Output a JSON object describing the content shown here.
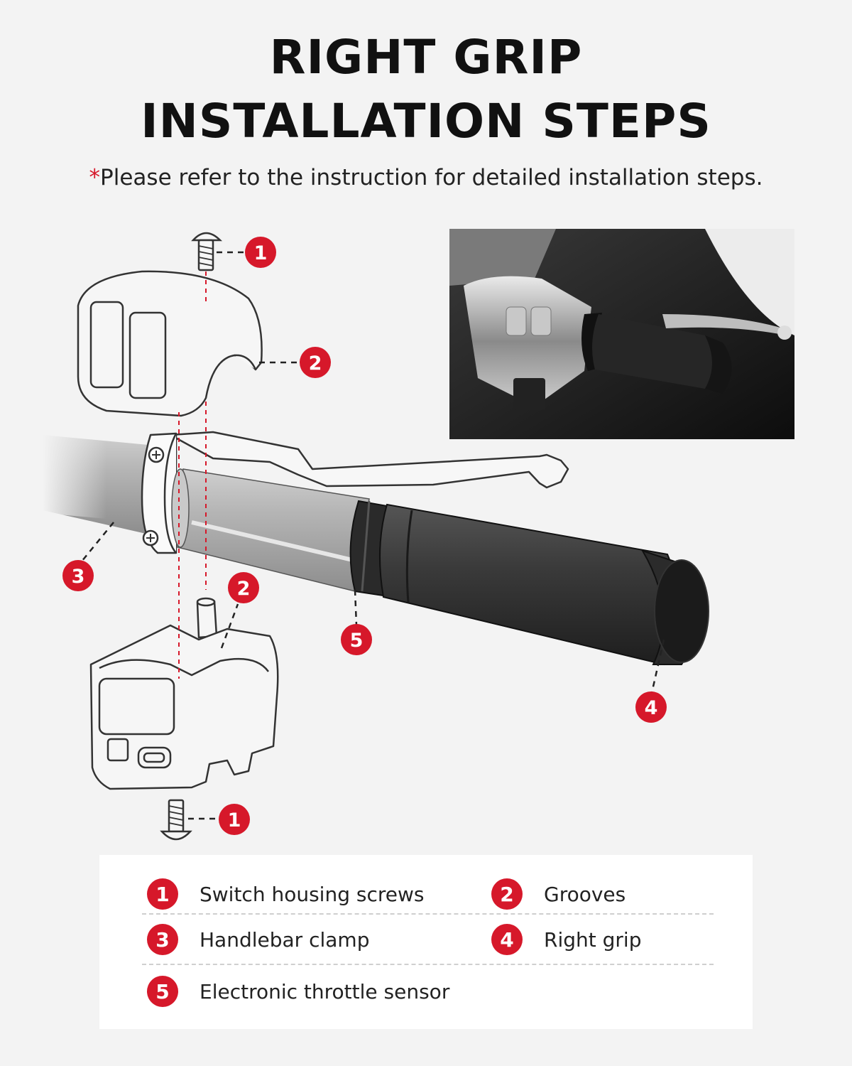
{
  "title_line1": "RIGHT GRIP",
  "title_line2": "INSTALLATION STEPS",
  "subtitle_star": "*",
  "subtitle_text": "Please refer to the instruction for detailed installation steps.",
  "accent_color": "#d6182a",
  "callouts": {
    "top_screw": "1",
    "top_groove": "2",
    "clamp": "3",
    "bottom_groove": "2",
    "throttle_sensor": "5",
    "grip": "4",
    "bottom_screw": "1"
  },
  "legend": [
    {
      "num": "1",
      "label": "Switch housing screws"
    },
    {
      "num": "2",
      "label": "Grooves"
    },
    {
      "num": "3",
      "label": "Handlebar clamp"
    },
    {
      "num": "4",
      "label": "Right grip"
    },
    {
      "num": "5",
      "label": "Electronic throttle sensor"
    }
  ]
}
